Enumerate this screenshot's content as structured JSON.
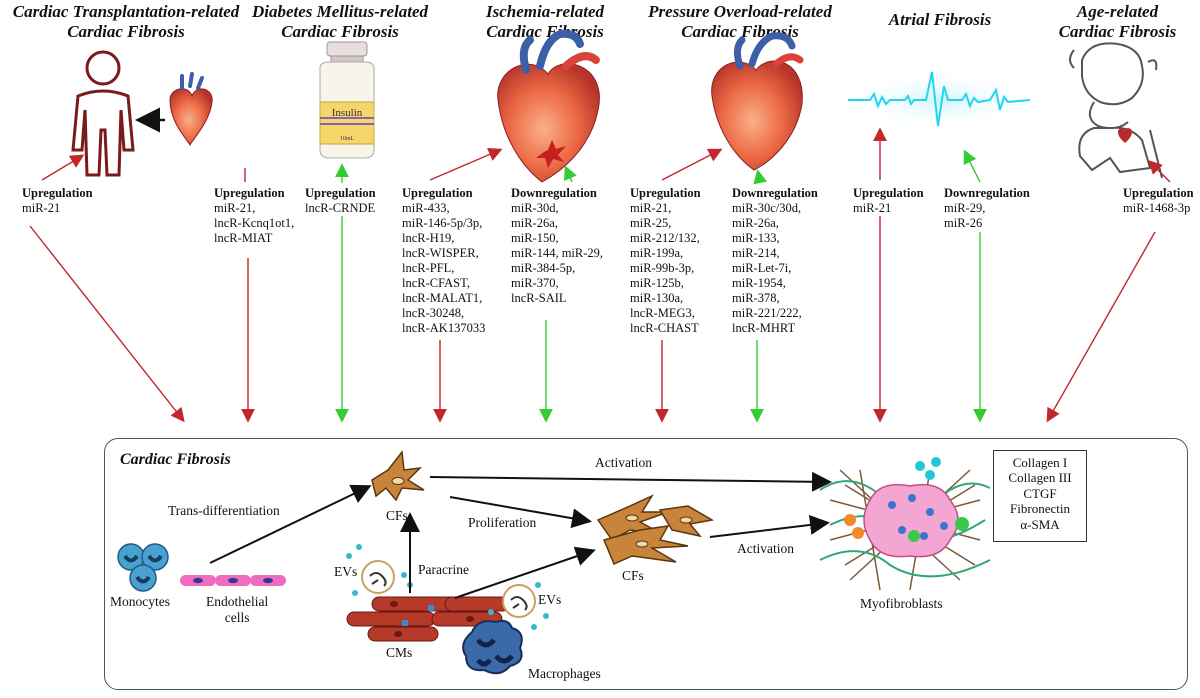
{
  "categories": [
    {
      "title": [
        "Cardiac Transplantation-related",
        "Cardiac Fibrosis"
      ],
      "groups": [
        {
          "heading": "Upregulation",
          "items": [
            "miR-21"
          ]
        }
      ]
    },
    {
      "title": [
        "Diabetes Mellitus-related",
        "Cardiac Fibrosis"
      ],
      "groups": [
        {
          "heading": "Upregulation",
          "items": [
            "miR-21,",
            "lncR-Kcnq1ot1,",
            "lncR-MIAT"
          ]
        },
        {
          "heading": "Upregulation",
          "items": [
            "lncR-CRNDE"
          ]
        }
      ]
    },
    {
      "title": [
        "Ischemia-related",
        "Cardiac Fibrosis"
      ],
      "groups": [
        {
          "heading": "Upregulation",
          "items": [
            "miR-433,",
            "miR-146-5p/3p,",
            "lncR-H19,",
            "lncR-WISPER,",
            "lncR-PFL,",
            "lncR-CFAST,",
            "lncR-MALAT1,",
            "lncR-30248,",
            "lncR-AK137033"
          ]
        },
        {
          "heading": "Downregulation",
          "items": [
            "miR-30d,",
            "miR-26a,",
            "miR-150,",
            "miR-144, miR-29,",
            "miR-384-5p,",
            "miR-370,",
            "lncR-SAIL"
          ]
        }
      ]
    },
    {
      "title": [
        "Pressure Overload-related",
        "Cardiac Fibrosis"
      ],
      "groups": [
        {
          "heading": "Upregulation",
          "items": [
            "miR-21,",
            "miR-25,",
            "miR-212/132,",
            "miR-199a,",
            "miR-99b-3p,",
            "miR-125b,",
            "miR-130a,",
            "lncR-MEG3,",
            "lncR-CHAST"
          ]
        },
        {
          "heading": "Downregulation",
          "items": [
            "miR-30c/30d,",
            "miR-26a,",
            "miR-133,",
            "miR-214,",
            "miR-Let-7i,",
            "miR-1954,",
            "miR-378,",
            "miR-221/222,",
            "lncR-MHRT"
          ]
        }
      ]
    },
    {
      "title": [
        "Atrial Fibrosis"
      ],
      "groups": [
        {
          "heading": "Upregulation",
          "items": [
            "miR-21"
          ]
        },
        {
          "heading": "Downregulation",
          "items": [
            "miR-29,",
            "miR-26"
          ]
        }
      ]
    },
    {
      "title": [
        "Age-related",
        "Cardiac Fibrosis"
      ],
      "groups": [
        {
          "heading": "Upregulation",
          "items": [
            "miR-1468-3p"
          ]
        }
      ]
    }
  ],
  "insulin_label": "Insulin",
  "insulin_volume": "10mL",
  "panel": {
    "title": "Cardiac Fibrosis",
    "trans_differentiation": "Trans-differentiation",
    "activation_top": "Activation",
    "proliferation": "Proliferation",
    "activation_mid": "Activation",
    "paracrine": "Paracrine",
    "evs_left": "EVs",
    "evs_right": "EVs",
    "cfs_top": "CFs",
    "cfs_mid": "CFs",
    "monocytes": "Monocytes",
    "endothelial": [
      "Endothelial",
      "cells"
    ],
    "cms": "CMs",
    "macrophages": "Macrophages",
    "myofibroblasts": "Myofibroblasts",
    "markers": [
      "Collagen I",
      "Collagen III",
      "CTGF",
      "Fibronectin",
      "α-SMA"
    ]
  },
  "colors": {
    "up_arrow": "#c0282d",
    "down_arrow": "#33cc33",
    "heart": "#e8563a",
    "fibroblast": "#c8843a",
    "cardiomyocyte": "#b53a2a",
    "monocyte": "#3a8bc0",
    "macrophage": "#2a4a8a",
    "ev": "#3bb8c8",
    "ecg": "#22d4ee"
  }
}
